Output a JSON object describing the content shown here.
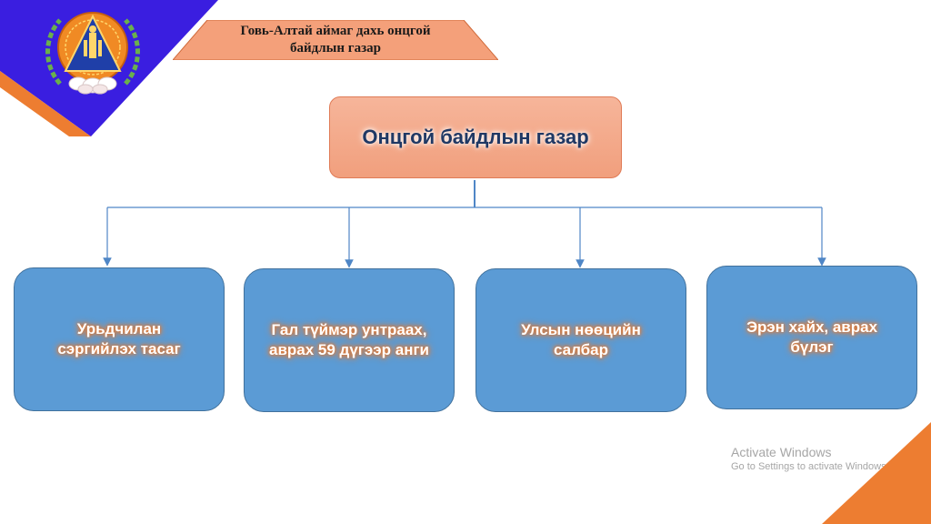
{
  "header": {
    "banner_line1": "Говь-Алтай аймаг дахь онцгой",
    "banner_line2": "байдлын газар"
  },
  "org_chart": {
    "root": "Онцгой байдлын газар",
    "children": [
      {
        "line1": "Урьдчилан",
        "line2": "сэргийлэх тасаг"
      },
      {
        "line1": "Гал түймэр унтраах,",
        "line2": "аврах 59 дүгээр анги"
      },
      {
        "line1": "Улсын нөөцийн",
        "line2": "салбар"
      },
      {
        "line1": "Эрэн хайх, аврах",
        "line2": "бүлэг"
      }
    ]
  },
  "watermark": {
    "title": "Activate Windows",
    "subtitle": "Go to Settings to activate Windows."
  },
  "colors": {
    "corner_blue": "#3a1ee0",
    "corner_orange": "#ed7d31",
    "banner_orange": "#f4a07a",
    "root_fill": "#f4a98a",
    "child_fill": "#5b9bd5",
    "connector": "#4f86c6"
  },
  "icons": {
    "emblem": "mongolia-state-emblem"
  }
}
